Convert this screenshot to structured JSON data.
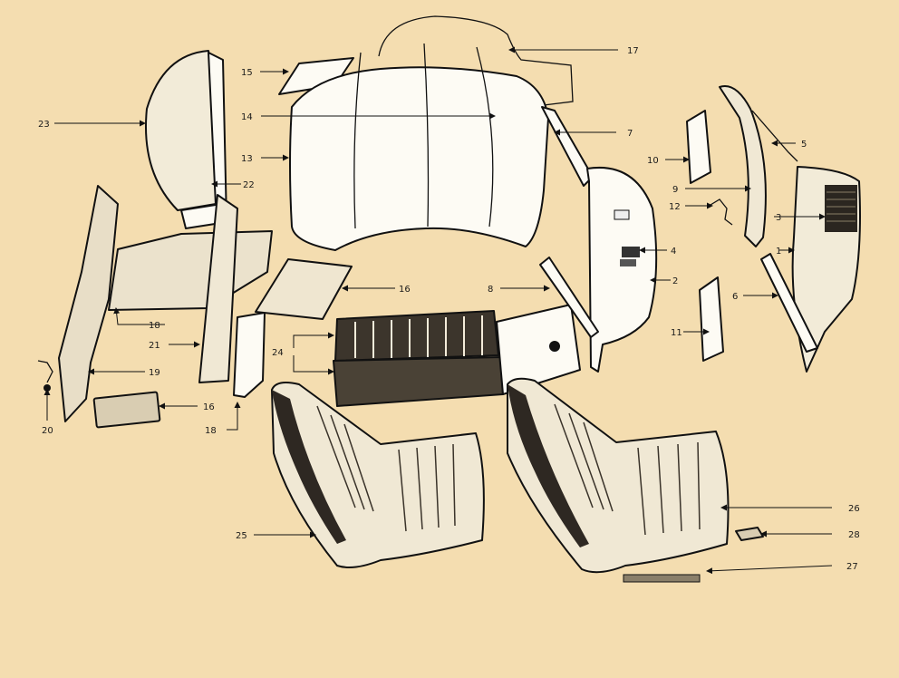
{
  "diagram": {
    "background": "#f4ddb0",
    "ink": "#111111",
    "part_fill": "#fdfbf4",
    "callouts": [
      "1",
      "2",
      "3",
      "4",
      "5",
      "6",
      "7",
      "8",
      "9",
      "10",
      "11",
      "12",
      "13",
      "14",
      "15",
      "16",
      "16",
      "17",
      "18",
      "18",
      "19",
      "20",
      "21",
      "22",
      "23",
      "24",
      "25",
      "26",
      "27",
      "28"
    ]
  }
}
